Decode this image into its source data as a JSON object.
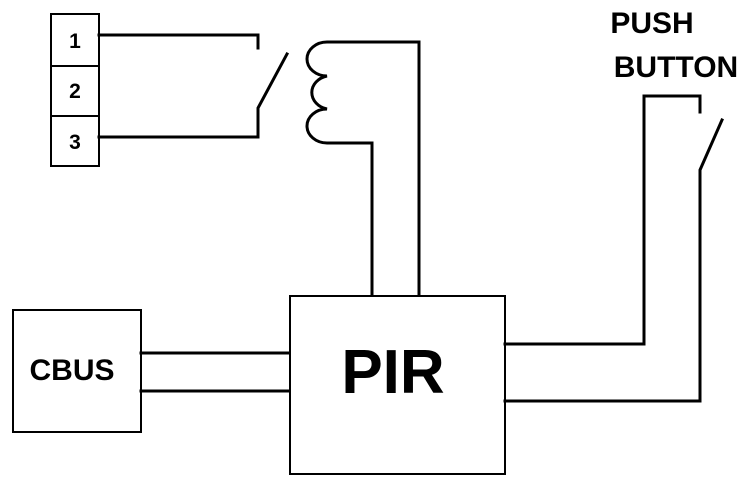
{
  "terminals": [
    {
      "label": "1"
    },
    {
      "label": "2"
    },
    {
      "label": "3"
    }
  ],
  "cbus": {
    "label": "CBUS"
  },
  "pir": {
    "label": "PIR"
  },
  "push_button": {
    "line1": "PUSH",
    "line2": "BUTTON"
  }
}
